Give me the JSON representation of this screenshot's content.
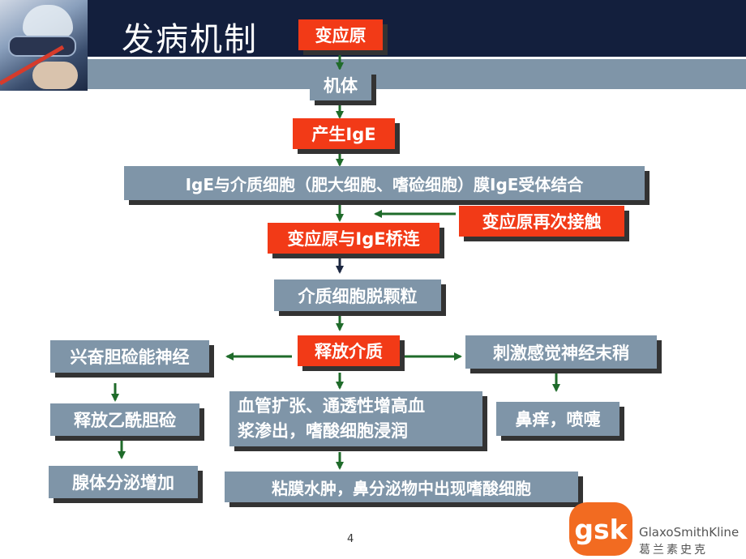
{
  "slide": {
    "title": "发病机制",
    "page_number": "4"
  },
  "nodes": {
    "allergen": "变应原",
    "body": "机体",
    "ige_production": "产生IgE",
    "ige_binding": "IgE与介质细胞（肥大细胞、嗜硷细胞）膜IgE受体结合",
    "allergen_recontact": "变应原再次接触",
    "ige_bridging": "变应原与IgE桥连",
    "degranulation": "介质细胞脱颗粒",
    "mediator_release": "释放介质",
    "cholinergic": "兴奋胆硷能神经",
    "sensory": "刺激感觉神经末稍",
    "acetylcholine": "释放乙酰胆硷",
    "vascular_line1": "血管扩张、通透性增高血",
    "vascular_line2": "浆渗出，嗜酸细胞浸润",
    "itch": "鼻痒，喷嚏",
    "gland": "腺体分泌增加",
    "edema": "粘膜水肿，鼻分泌物中出现嗜酸细胞"
  },
  "logo": {
    "mark": "gsk",
    "name_en": "GlaxoSmithKline",
    "name_cn": "葛兰素史克"
  },
  "colors": {
    "red_box": "#f23a17",
    "gray_box": "#7f95a8",
    "arrow": "#1f6b2a",
    "header_dark": "#131f3d"
  }
}
